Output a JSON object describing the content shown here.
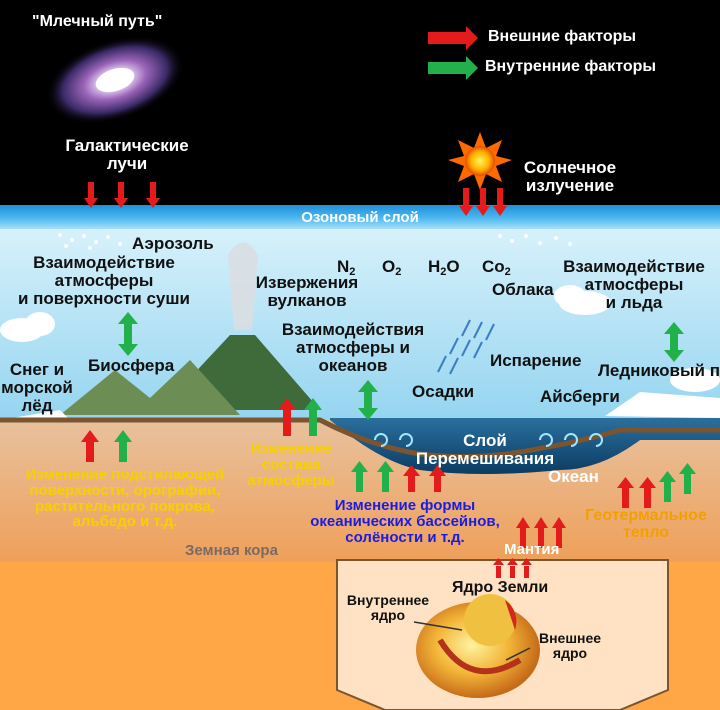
{
  "galaxy": "\"Млечный путь\"",
  "legend": {
    "external": {
      "label": "Внешние факторы",
      "color": "#e41b1b"
    },
    "internal": {
      "label": "Внутренние факторы",
      "color": "#22b04a"
    }
  },
  "space": {
    "cosmic_rays": [
      "Галактические",
      "лучи"
    ],
    "solar": [
      "Солнечное",
      "излучение"
    ]
  },
  "ozone": "Озоновый слой",
  "atmosphere": {
    "aerosol": "Аэрозоль",
    "land_interaction": [
      "Взаимодействие",
      "атмосферы",
      "и поверхности суши"
    ],
    "gases": [
      {
        "main": "N",
        "sub": "2"
      },
      {
        "main": "O",
        "sub": "2"
      },
      {
        "main": "H",
        "sub": "2",
        "tail": "O"
      },
      {
        "main": "Co",
        "sub": "2"
      }
    ],
    "clouds": "Облака",
    "ice_interaction": [
      "Взаимодействие",
      "атмосферы",
      "и льда"
    ],
    "volcano": [
      "Извержения",
      "вулканов"
    ],
    "ocean_interaction": [
      "Взаимодействия",
      "атмосферы и",
      "океанов"
    ],
    "evaporation": "Испарение",
    "glacier": [
      "Ледниковый",
      "покров"
    ],
    "snow": [
      "Снег и",
      "морской",
      "лёд"
    ],
    "biosphere": "Биосфера",
    "precipitation": "Осадки",
    "icebergs": "Айсберги"
  },
  "ocean": {
    "mixing": [
      "Слой",
      "Перемешивания"
    ],
    "label": "Океан"
  },
  "surface": {
    "underlying": [
      "Изменение подстилающей",
      "поверхности, орографии,",
      "растительного покрова,",
      "альбедо и т.д."
    ],
    "composition": [
      "Изменение",
      "состава",
      "атмосферы"
    ],
    "basins": [
      "Изменение формы",
      "океанических бассейнов,",
      "солёности и т.д."
    ],
    "geothermal": [
      "Геотермальное",
      "тепло"
    ]
  },
  "interior": {
    "crust": "Земная кора",
    "mantle": "Мантия",
    "core": "Ядро Земли",
    "inner_core": [
      "Внутреннее",
      "ядро"
    ],
    "outer_core": [
      "Внешнее",
      "ядро"
    ]
  }
}
